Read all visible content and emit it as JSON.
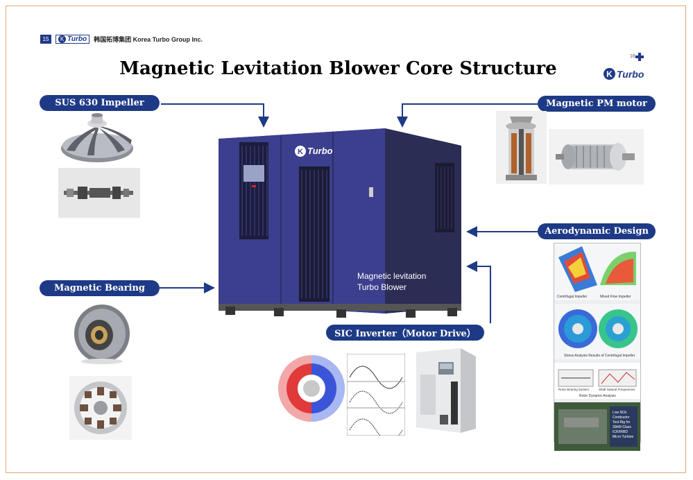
{
  "header": {
    "page_number": "15",
    "brand": "Turbo",
    "brand_letter": "K",
    "group_name": "韩国拓博集团 Korea Turbo Group Inc."
  },
  "title": "Magnetic Levitation Blower Core Structure",
  "logo_right": {
    "small_number": "16",
    "letter": "K",
    "text": "Turbo"
  },
  "labels": {
    "impeller": "SUS 630 Impeller",
    "motor": "Magnetic PM motor",
    "aero": "Aerodynamic Design",
    "bearing": "Magnetic Bearing",
    "inverter": "SIC Inverter（Motor Drive）"
  },
  "blower": {
    "brand_letter": "K",
    "brand": "Turbo",
    "caption_line1": "Magnetic levitation",
    "caption_line2": "Turbo Blower"
  },
  "aero_panels": {
    "p1_left": "Centrifugal Impeller",
    "p1_right": "Mixed Flow Impeller",
    "p2": "Stress Analysis Results of Centrifugal Impeller",
    "p3_left": "Rotor Bearing System",
    "p3_right": "Shaft Natural Frequencies",
    "p3_bottom": "Rotor Dynamic Analysis",
    "p4_lines": [
      "Low NOx",
      "Combustor",
      "Test Rig for",
      "30kW-Class",
      "ICR/IRBD",
      "Micro Turbine"
    ]
  },
  "colors": {
    "pill": "#1e3a86",
    "arrow": "#1e3a86",
    "blower": "#3c3f8e",
    "border": "#e3a77a"
  }
}
